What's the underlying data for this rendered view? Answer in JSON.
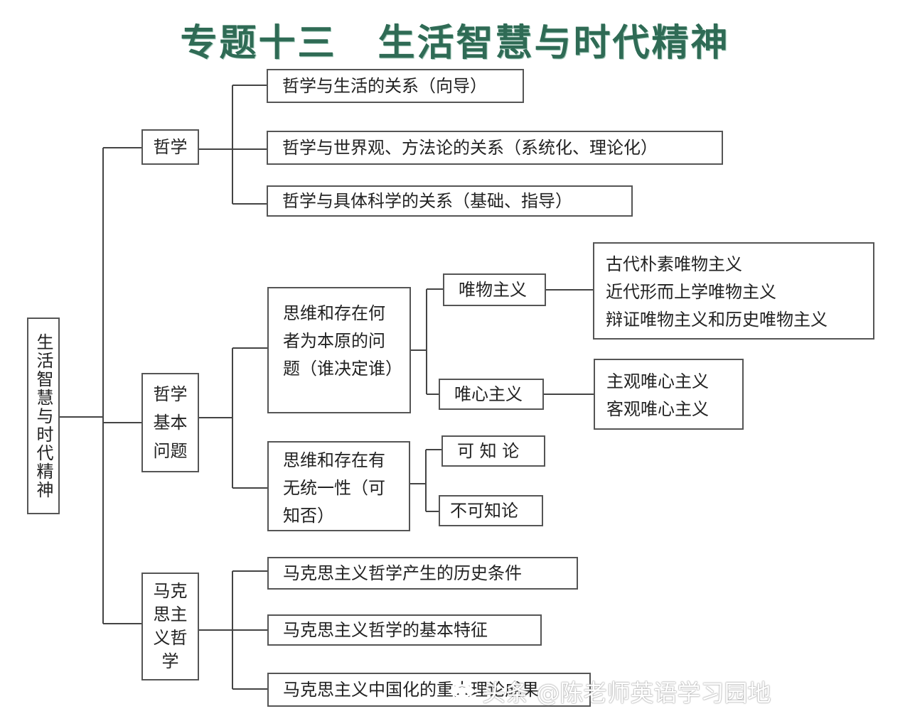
{
  "title": {
    "part1": "专题十三",
    "part2": "生活智慧与时代精神"
  },
  "root": "生活智慧与时代精神",
  "branches": {
    "philosophy": {
      "label": "哲学",
      "items": [
        "哲学与生活的关系（向导）",
        "哲学与世界观、方法论的关系（系统化、理论化）",
        "哲学与具体科学的关系（基础、指导）"
      ]
    },
    "basic_question": {
      "label": "哲学基本问题",
      "q1": {
        "label": "思维和存在何者为本原的问题（谁决定谁）",
        "materialism": {
          "label": "唯物主义",
          "forms": [
            "古代朴素唯物主义",
            "近代形而上学唯物主义",
            "辩证唯物主义和历史唯物主义"
          ]
        },
        "idealism": {
          "label": "唯心主义",
          "forms": [
            "主观唯心主义",
            "客观唯心主义"
          ]
        }
      },
      "q2": {
        "label": "思维和存在有无统一性（可知否）",
        "knowable": "可 知 论",
        "unknowable": "不可知论"
      }
    },
    "marxism": {
      "label": "马克思主义哲学",
      "items": [
        "马克思主义哲学产生的历史条件",
        "马克思主义哲学的基本特征",
        "马克思主义中国化的重大理论成果"
      ]
    }
  },
  "watermark": "头条 @陈老师英语学习园地",
  "colors": {
    "title": "#2f6b55",
    "line": "#444444",
    "border": "#555555"
  }
}
